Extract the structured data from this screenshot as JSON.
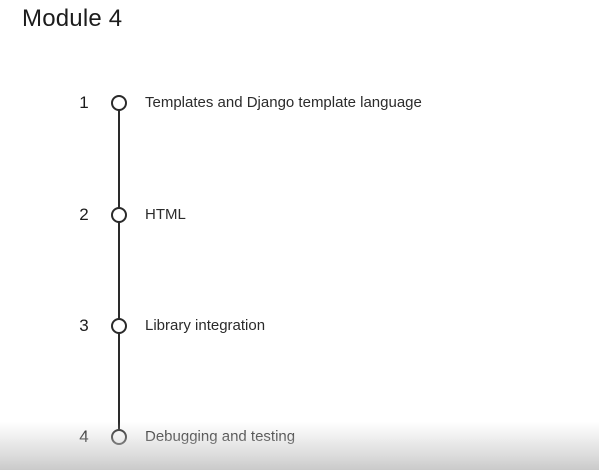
{
  "module": {
    "title": "Module 4"
  },
  "steps": [
    {
      "number": "1",
      "label": "Templates and Django template language"
    },
    {
      "number": "2",
      "label": "HTML"
    },
    {
      "number": "3",
      "label": "Library integration"
    },
    {
      "number": "4",
      "label": "Debugging and testing"
    }
  ]
}
